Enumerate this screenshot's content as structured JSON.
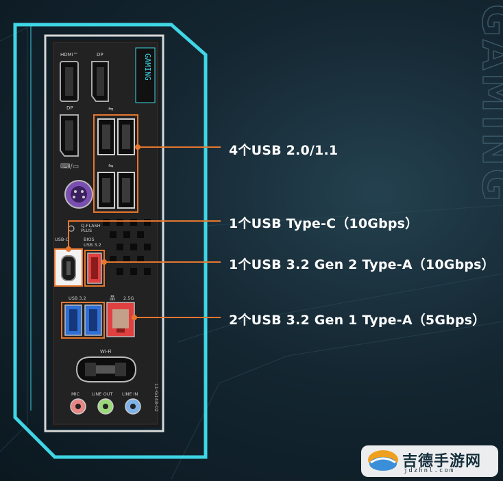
{
  "panel": {
    "port_labels": {
      "hdmi": "HDMI™",
      "dp_top": "DP",
      "dp_bottom": "DP",
      "qflash": "Q-FLASH\nPLUS",
      "usbc": "USB-C",
      "bios": "BIOS",
      "usb32_top": "USB 3.2",
      "usb32_left": "USB 3.2",
      "lan": "2.5G",
      "wifi": "Wi-Fi",
      "mic": "MIC",
      "line_out": "LINE OUT",
      "line_in": "LINE IN",
      "model": "11-G148-02",
      "gaming_badge": "GAMING"
    }
  },
  "callouts": [
    {
      "text": "4个USB 2.0/1.1"
    },
    {
      "text": "1个USB Type-C（10Gbps）"
    },
    {
      "text": "1个USB 3.2 Gen 2 Type-A（10Gbps）"
    },
    {
      "text": "2个USB 3.2 Gen 1 Type-A（5Gbps）"
    }
  ],
  "background_text": "GAMING",
  "watermark": {
    "name": "吉德手游网",
    "url": "jdzhnl.com"
  },
  "colors": {
    "accent_cyan": "#3fd6e6",
    "highlight_orange": "#e5772f",
    "panel_black": "#1b1b1b",
    "usb3_blue": "#2f6fd6",
    "usb_red": "#e04040"
  }
}
